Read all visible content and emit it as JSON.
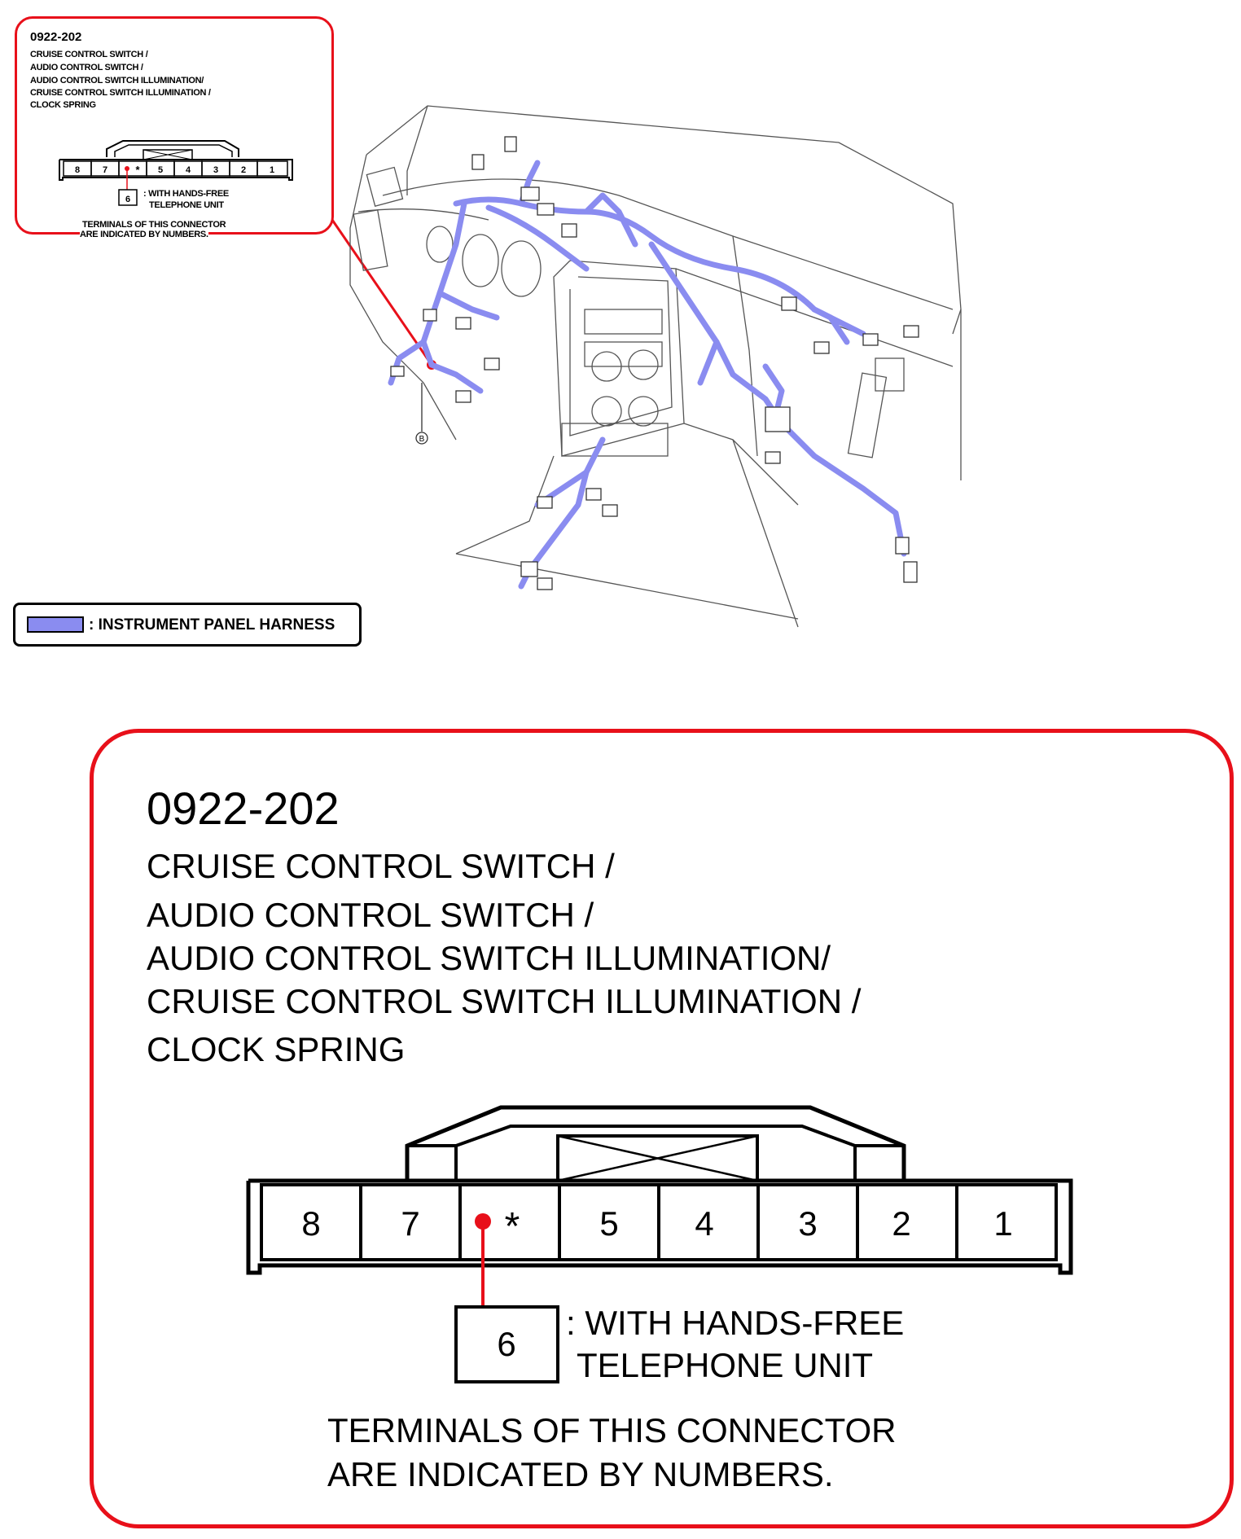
{
  "connector": {
    "id": "0922-202",
    "descriptions": [
      "CRUISE CONTROL SWITCH /",
      "AUDIO CONTROL SWITCH /",
      "AUDIO CONTROL SWITCH ILLUMINATION/",
      "CRUISE CONTROL SWITCH ILLUMINATION /",
      "CLOCK SPRING"
    ],
    "terminals": [
      "8",
      "7",
      "*",
      "5",
      "4",
      "3",
      "2",
      "1"
    ],
    "option_terminal": "6",
    "option_note": [
      ": WITH HANDS-FREE",
      "TELEPHONE UNIT"
    ],
    "footer": [
      "TERMINALS OF THIS CONNECTOR",
      "ARE INDICATED BY NUMBERS."
    ]
  },
  "overview": {
    "ground_label": "B"
  },
  "legend": {
    "label": ": INSTRUMENT PANEL HARNESS",
    "harness_color": "#8a8cf0"
  },
  "colors": {
    "callout": "#e8101a",
    "harness": "#8a8cf0"
  }
}
